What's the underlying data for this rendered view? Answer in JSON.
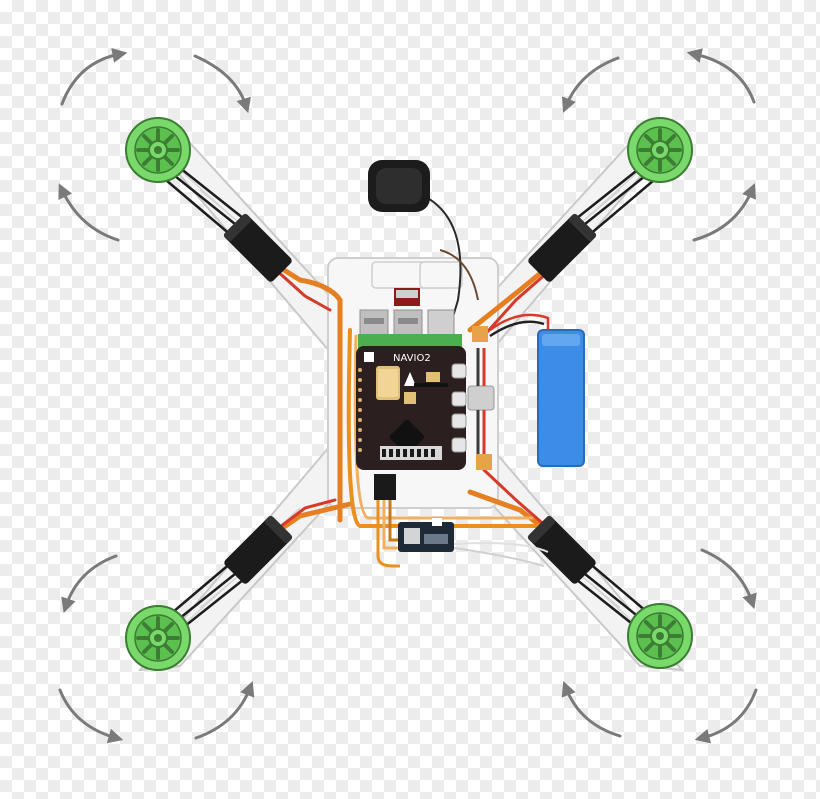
{
  "board": {
    "label": "NAVIO2"
  },
  "colors": {
    "motor_green": "#79d96a",
    "motor_dark": "#3c7d33",
    "board": "#2b1f1f",
    "battery": "#3d8ce6",
    "wire_orange": "#e67e22",
    "wire_red": "#d63a2a",
    "arrow": "#7a7a7a",
    "frame": "#f3f3f3"
  },
  "icons": {
    "rotation_arrow": "curved-arrow-icon",
    "motor": "motor-icon",
    "gps": "gps-module-icon"
  },
  "motors": [
    {
      "id": "front-left",
      "spin": "clockwise"
    },
    {
      "id": "front-right",
      "spin": "counterclockwise"
    },
    {
      "id": "rear-left",
      "spin": "counterclockwise"
    },
    {
      "id": "rear-right",
      "spin": "clockwise"
    }
  ]
}
